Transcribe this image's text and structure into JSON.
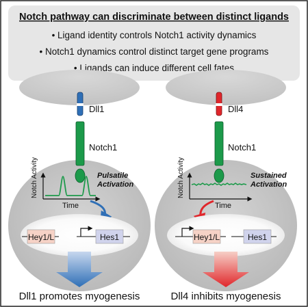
{
  "summary": {
    "title": "Notch pathway can discriminate between distinct ligands",
    "bullets": [
      "Ligand identity controls Notch1 activity dynamics",
      "Notch1 dynamics control distinct target gene programs",
      "Ligands can induce different cell fates"
    ]
  },
  "left": {
    "ligand": "Dll1",
    "receptor": "Notch1",
    "axis_y": "Notch Activity",
    "axis_x": "Time",
    "activation": "Pulsatile Activation",
    "gene_1": "Hey1/L",
    "gene_2": "Hes1",
    "fate": "Dll1 promotes myogenesis"
  },
  "right": {
    "ligand": "Dll4",
    "receptor": "Notch1",
    "axis_y": "Notch Activity",
    "axis_x": "Time",
    "activation": "Sustained Activation",
    "gene_1": "Hey1/L",
    "gene_2": "Hes1",
    "fate": "Dll4 inhibits myogenesis"
  },
  "colors": {
    "dll1": "#2f6fb6",
    "dll4": "#e0262b",
    "notch": "#1c9a4a",
    "cell": "#c8c8c8",
    "hey_box": "#f6d2c6",
    "hes_box": "#d0d3ec"
  }
}
